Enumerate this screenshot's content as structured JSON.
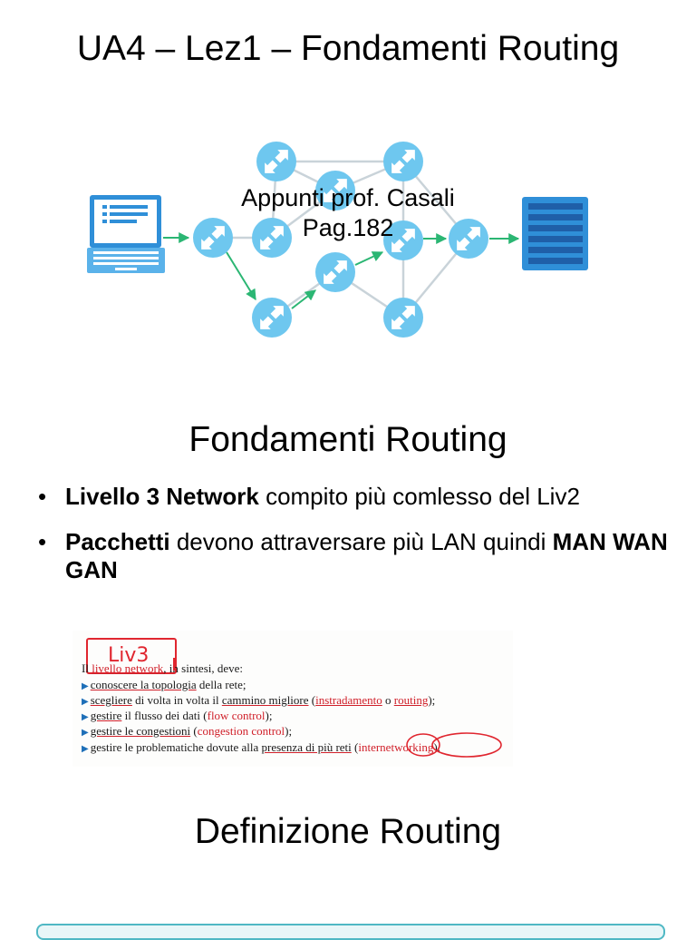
{
  "slide1": {
    "title": "UA4 – Lez1 – Fondamenti Routing",
    "credit_line1": "Appunti prof. Casali",
    "credit_line2": "Pag.182",
    "icons": {
      "client": "laptop-icon",
      "router": "router-icon",
      "server": "server-icon"
    },
    "colors": {
      "router": "#6ec7ef",
      "link": "#2bb673",
      "device": "#2f8fd8",
      "server_dark": "#1f5fa8"
    }
  },
  "slide2": {
    "title": "Fondamenti Routing",
    "bullet1": {
      "bold": "Livello 3 Network",
      "text": " compito più comlesso del Liv2"
    },
    "bullet2": {
      "bold_start": "Pacchetti",
      "text": " devono attraversare più LAN quindi ",
      "bold_end": "MAN WAN GAN"
    },
    "book_excerpt": {
      "annotation": "Liv3",
      "l1_pre": "Il ",
      "l1_term": "livello network",
      "l1_post": ", in sintesi, deve:",
      "l2_term": "conoscere la topologia",
      "l2_post": " della rete;",
      "l3_term1": "scegliere",
      "l3_mid1": " di volta in volta il ",
      "l3_term2": "cammino migliore",
      "l3_mid2": " (",
      "l3_red1": "instradamento",
      "l3_mid3": " o ",
      "l3_red2": "routing",
      "l3_end": ");",
      "l4_term": "gestire",
      "l4_mid": " il flusso dei dati (",
      "l4_red": "flow control",
      "l4_end": ");",
      "l5_term": "gestire le congestioni",
      "l5_mid": " (",
      "l5_red": "congestion control",
      "l5_end": ");",
      "l6_pre": "gestire le problematiche dovute alla ",
      "l6_term": "presenza di più reti",
      "l6_mid": " (",
      "l6_red": "internetworking",
      "l6_end": ").",
      "colors": {
        "ink": "#d0202a",
        "marker": "#1e6fb8"
      }
    }
  },
  "slide3": {
    "title": "Definizione Routing"
  }
}
